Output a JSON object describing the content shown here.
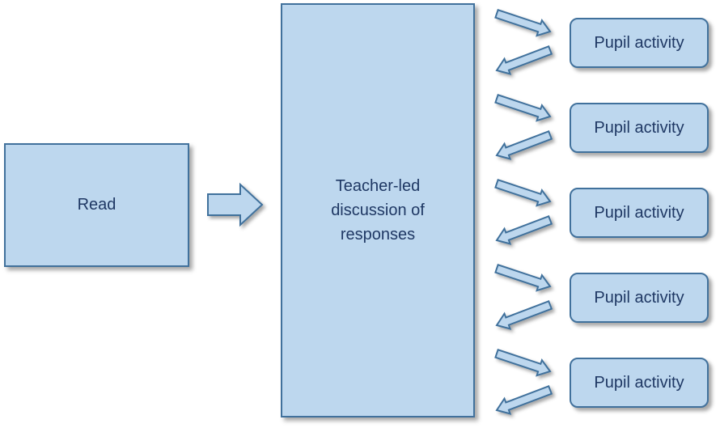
{
  "diagram": {
    "read_label": "Read",
    "teacher_label": "Teacher-led discussion of responses",
    "pupil_activities": [
      {
        "label": "Pupil activity"
      },
      {
        "label": "Pupil activity"
      },
      {
        "label": "Pupil activity"
      },
      {
        "label": "Pupil activity"
      },
      {
        "label": "Pupil activity"
      }
    ],
    "colors": {
      "fill": "#bdd7ee",
      "stroke": "#41719c",
      "text": "#1f3864"
    }
  }
}
